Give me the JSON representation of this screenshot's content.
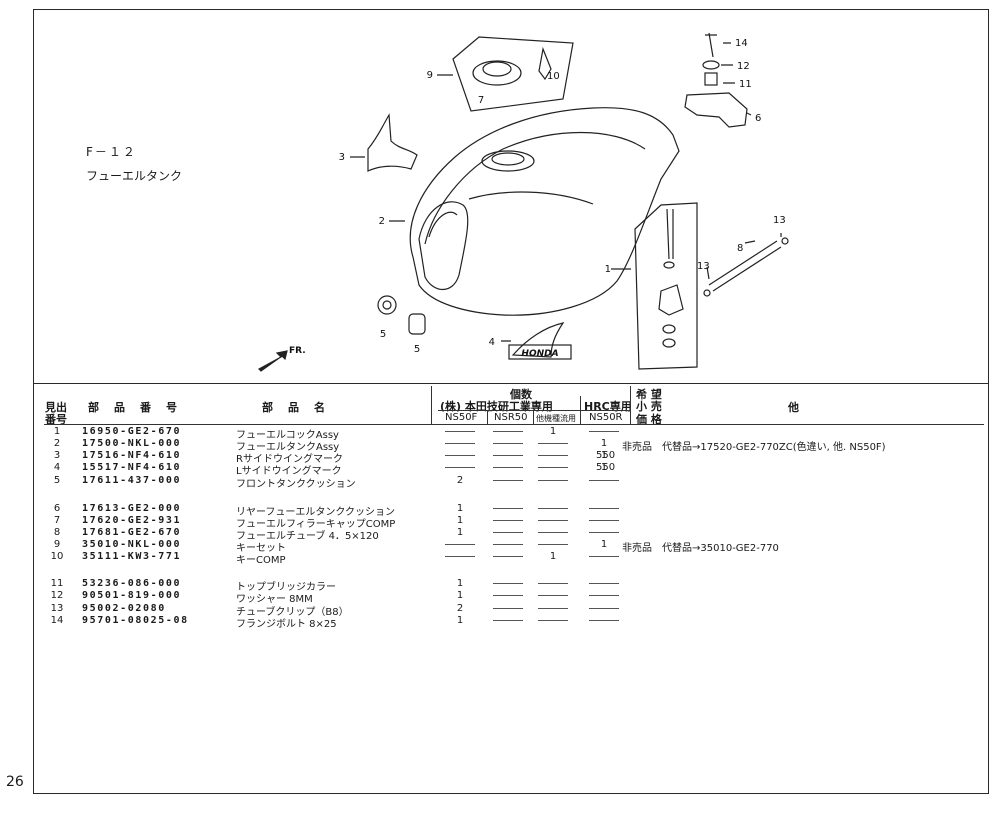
{
  "page_number": "26",
  "figure": {
    "id": "F－１２",
    "title": "フューエルタンク"
  },
  "callouts": {
    "c1": "1",
    "c2": "2",
    "c3": "3",
    "c4": "4",
    "c5a": "5",
    "c5b": "5",
    "c6": "6",
    "c7": "7",
    "c8": "8",
    "c9": "9",
    "c10": "10",
    "c11": "11",
    "c12": "12",
    "c13a": "13",
    "c13b": "13",
    "c14": "14",
    "fr": "FR.",
    "emblem": "HONDA"
  },
  "table": {
    "headers": {
      "ref_line1": "見出",
      "ref_line2": "番号",
      "part_number": "部　品　番　号",
      "part_name": "部　品　名",
      "qty_title": "個数",
      "qty_group": "(株) 本田技研工業専用",
      "hrc_group": "HRC専用",
      "col_ns50f": "NS50F",
      "col_nsr50": "NSR50",
      "col_other": "他機種流用",
      "col_ns50r": "NS50R",
      "retail_1": "希 望",
      "retail_2": "小 売",
      "retail_3": "価 格",
      "other": "他"
    },
    "rows": [
      {
        "no": "1",
        "part": "16950-GE2-670",
        "name": "フューエルコックAssy",
        "q1": "-",
        "q2": "-",
        "q3": "1",
        "q4": "-",
        "note": ""
      },
      {
        "no": "2",
        "part": "17500-NKL-000",
        "name": "フューエルタンクAssy",
        "q1": "-",
        "q2": "-",
        "q3": "-",
        "q4": "1",
        "note": "非売品　代替品→17520-GE2-770ZC(色違い, 他. NS50F)"
      },
      {
        "no": "3",
        "part": "17516-NF4-610",
        "name": "Rサイドウイングマーク",
        "q1": "-",
        "q2": "-",
        "q3": "-",
        "q4": "1",
        "note": "550"
      },
      {
        "no": "4",
        "part": "15517-NF4-610",
        "name": "Lサイドウイングマーク",
        "q1": "-",
        "q2": "-",
        "q3": "-",
        "q4": "1",
        "note": "550"
      },
      {
        "no": "5",
        "part": "17611-437-000",
        "name": "フロントタンククッション",
        "q1": "2",
        "q2": "-",
        "q3": "-",
        "q4": "-",
        "note": ""
      },
      {
        "no": "6",
        "part": "17613-GE2-000",
        "name": "リヤーフューエルタンククッション",
        "q1": "1",
        "q2": "-",
        "q3": "-",
        "q4": "-",
        "note": ""
      },
      {
        "no": "7",
        "part": "17620-GE2-931",
        "name": "フューエルフィラーキャップCOMP",
        "q1": "1",
        "q2": "-",
        "q3": "-",
        "q4": "-",
        "note": ""
      },
      {
        "no": "8",
        "part": "17681-GE2-670",
        "name": "フューエルチューブ 4．5×120",
        "q1": "1",
        "q2": "-",
        "q3": "-",
        "q4": "-",
        "note": ""
      },
      {
        "no": "9",
        "part": "35010-NKL-000",
        "name": "キーセット",
        "q1": "-",
        "q2": "-",
        "q3": "-",
        "q4": "1",
        "note": "非売品　代替品→35010-GE2-770"
      },
      {
        "no": "10",
        "part": "35111-KW3-771",
        "name": "キーCOMP",
        "q1": "-",
        "q2": "-",
        "q3": "1",
        "q4": "-",
        "note": ""
      },
      {
        "no": "11",
        "part": "53236-086-000",
        "name": "トップブリッジカラー",
        "q1": "1",
        "q2": "-",
        "q3": "-",
        "q4": "-",
        "note": ""
      },
      {
        "no": "12",
        "part": "90501-819-000",
        "name": "ワッシャー 8MM",
        "q1": "1",
        "q2": "-",
        "q3": "-",
        "q4": "-",
        "note": ""
      },
      {
        "no": "13",
        "part": "95002-02080",
        "name": "チューブクリップ（B8）",
        "q1": "2",
        "q2": "-",
        "q3": "-",
        "q4": "-",
        "note": ""
      },
      {
        "no": "14",
        "part": "95701-08025-08",
        "name": "フランジボルト 8×25",
        "q1": "1",
        "q2": "-",
        "q3": "-",
        "q4": "-",
        "note": ""
      }
    ]
  }
}
